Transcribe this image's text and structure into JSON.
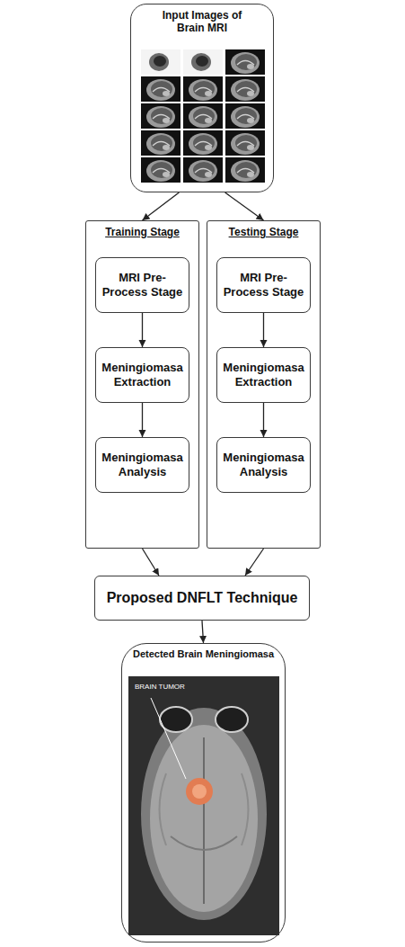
{
  "diagram": {
    "nodes": [
      {
        "text": [
          "Input Images of Brain MRI"
        ]
      },
      {
        "text": [
          "Training Stage"
        ]
      },
      {
        "text": [
          "MRI Pre-Process Stage"
        ],
        "in": 1
      },
      {
        "text": [
          "Meningiomasa Extraction"
        ],
        "in": 1
      },
      {
        "text": [
          "Meningiomasa Analysis"
        ],
        "in": 1
      },
      {
        "text": [
          "Testing Stage"
        ]
      },
      {
        "text": [
          "MRI Pre-Process Stage"
        ],
        "in": 5
      },
      {
        "text": [
          "Meningiomasa Extraction"
        ],
        "in": 5
      },
      {
        "text": [
          "Meningiomasa Analysis"
        ],
        "in": 5
      },
      {
        "text": [
          "Proposed DNFLT Technique"
        ]
      },
      {
        "text": [
          "Detected Brain Meningiomasa"
        ]
      }
    ],
    "edges": [
      {
        "from": 0,
        "to": 1,
        "arrow": "to"
      },
      {
        "from": 0,
        "to": 5,
        "arrow": "to"
      },
      {
        "from": 2,
        "to": 3,
        "arrow": "to"
      },
      {
        "from": 3,
        "to": 4,
        "arrow": "to"
      },
      {
        "from": 6,
        "to": 7,
        "arrow": "to"
      },
      {
        "from": 7,
        "to": 8,
        "arrow": "to"
      },
      {
        "from": 1,
        "to": 9,
        "arrow": "to"
      },
      {
        "from": 5,
        "to": 9,
        "arrow": "to"
      },
      {
        "from": 9,
        "to": 10,
        "arrow": "to"
      }
    ],
    "labels": [
      "BRAIN TUMOR"
    ]
  }
}
